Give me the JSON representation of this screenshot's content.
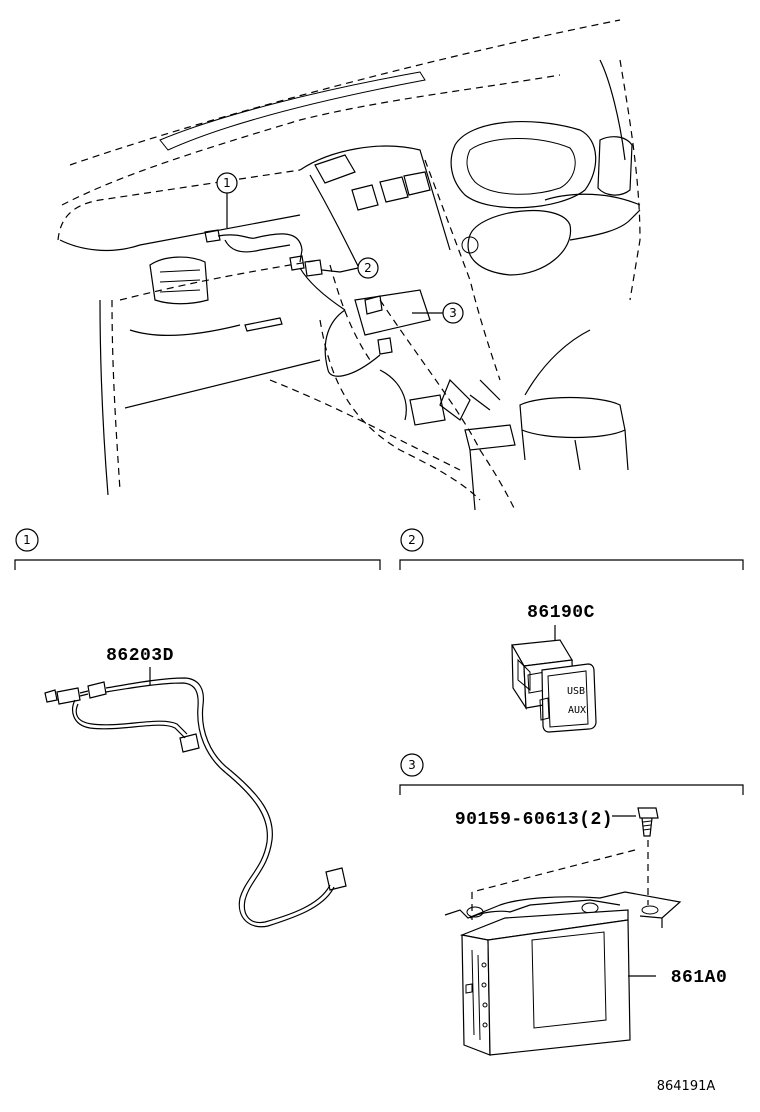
{
  "callouts": {
    "c1": "1",
    "c2": "2",
    "c3": "3"
  },
  "sections": {
    "s1": {
      "number": "1"
    },
    "s2": {
      "number": "2"
    },
    "s3": {
      "number": "3"
    }
  },
  "parts": {
    "harness": "86203D",
    "usb_aux_adapter": "86190C",
    "bolt": "90159-60613(2)",
    "module": "861A0"
  },
  "adapter_labels": {
    "line1": "USB",
    "line2": "AUX"
  },
  "figure_id": "864191A"
}
